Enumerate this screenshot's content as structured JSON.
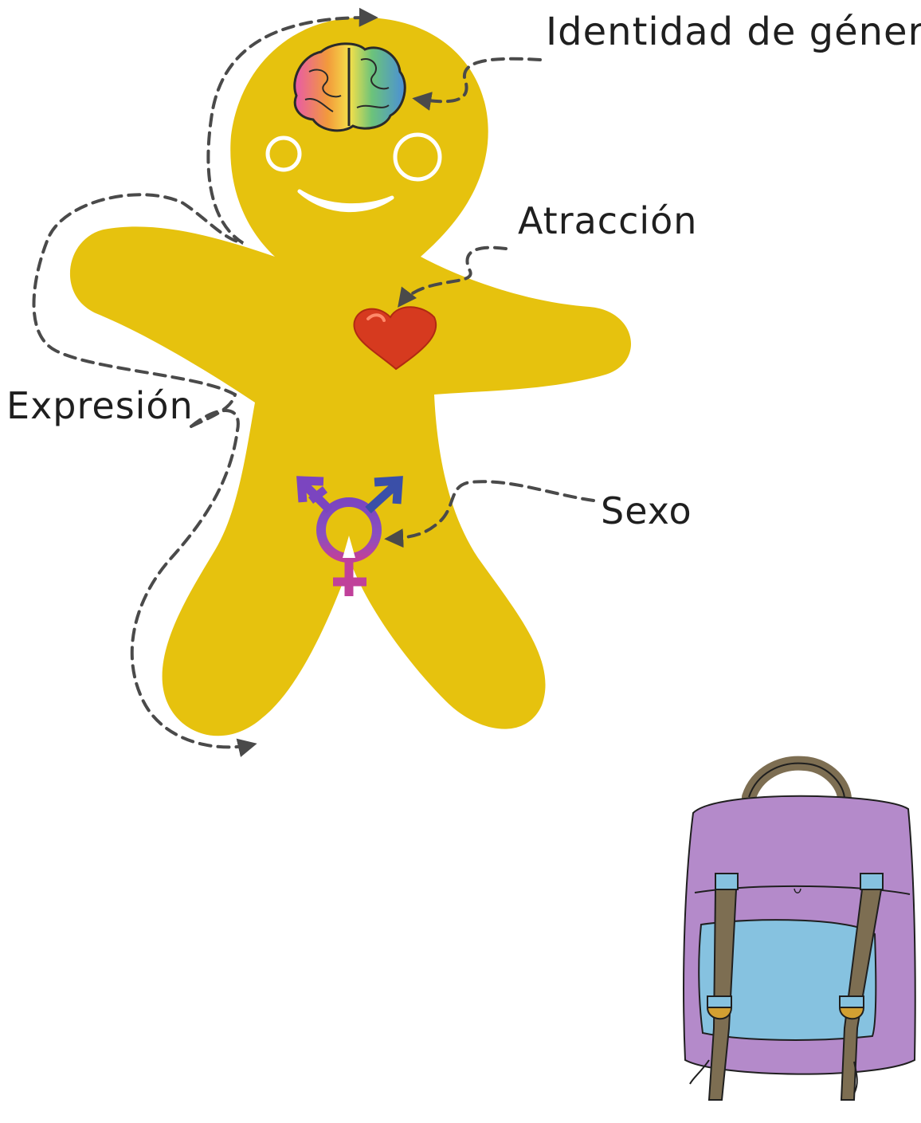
{
  "labels": {
    "identidad": "Identidad de género",
    "atraccion": "Atracción",
    "expresion": "Expresión",
    "sexo": "Sexo"
  },
  "colors": {
    "body": "#e6c20e",
    "arrow": "#4a4a4a",
    "heart": "#d63a1f",
    "symbol_purple": "#8a4fc0",
    "symbol_blue": "#3a4fa8",
    "symbol_pink": "#c0409a",
    "backpack": "#b48aca",
    "backpack_pocket": "#86c2e0",
    "strap": "#7d6e52",
    "buckle": "#d3a032"
  },
  "icons": [
    "brain-icon",
    "heart-icon",
    "transgender-symbol-icon",
    "backpack-icon"
  ]
}
